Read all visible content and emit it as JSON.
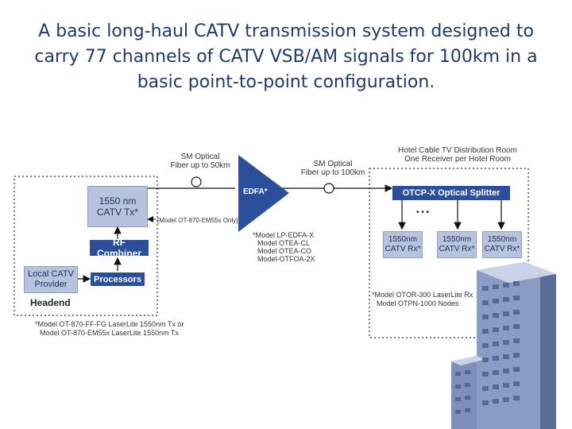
{
  "title": "A basic long-haul CATV transmission system designed to carry 77 channels of CATV VSB/AM signals for 100km in a basic point-to-point configuration.",
  "diagram": {
    "fiber1_label1": "SM Optical",
    "fiber1_label2": "Fiber up to 50km",
    "fiber2_label1": "SM Optical",
    "fiber2_label2": "Fiber up to 100km",
    "hotel_label1": "Hotel Cable TV Distribution Room",
    "hotel_label2": "One Receiver per Hotel Room",
    "tx_line1": "1550 nm",
    "tx_line2": "CATV Tx*",
    "tx_model_note": "[Model OT-870-EM55x Only]",
    "rf_combiner": "RF Combiner",
    "processors": "Processors",
    "local_catv_line1": "Local CATV",
    "local_catv_line2": "Provider",
    "headend": "Headend",
    "headend_note1": "*Model OT-870-FF-FG LaserLite 1550nm Tx or",
    "headend_note2": "Model OT-870-EM55x LaserLite 1550nm Tx",
    "edfa": "EDFA*",
    "edfa_note1": "*Model LP-EDFA-X",
    "edfa_note2": "Model OTEA-CL",
    "edfa_note3": "Model OTEA-CO",
    "edfa_note4": "Model-OTFOA-2X",
    "splitter": "OTCP-X Optical Splitter",
    "ellipsis": "• • •",
    "rx_line1": "1550nm",
    "rx_line2": "CATV Rx*",
    "rx_note1": "*Model OTOR-300 LaserLite Rx",
    "rx_note2": "Model OTPN-1000 Nodes"
  },
  "colors": {
    "title": "#1f3a6a",
    "dark_box": "#2b4f9a",
    "light_box": "#b7c3dc",
    "building": "#6f82ad"
  }
}
